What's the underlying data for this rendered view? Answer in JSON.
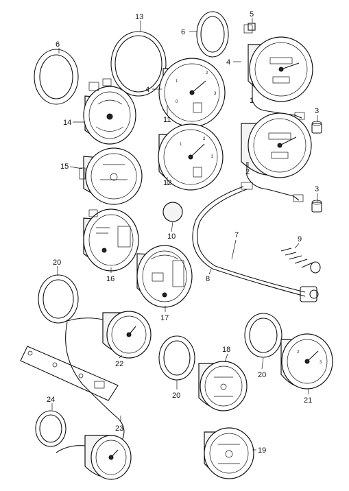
{
  "diagram": {
    "callouts": [
      "1",
      "2",
      "3",
      "3",
      "4",
      "4",
      "5",
      "6",
      "6",
      "7",
      "8",
      "9",
      "10",
      "11",
      "12",
      "13",
      "14",
      "15",
      "16",
      "17",
      "18",
      "19",
      "20",
      "20",
      "20",
      "21",
      "22",
      "23",
      "24"
    ]
  }
}
